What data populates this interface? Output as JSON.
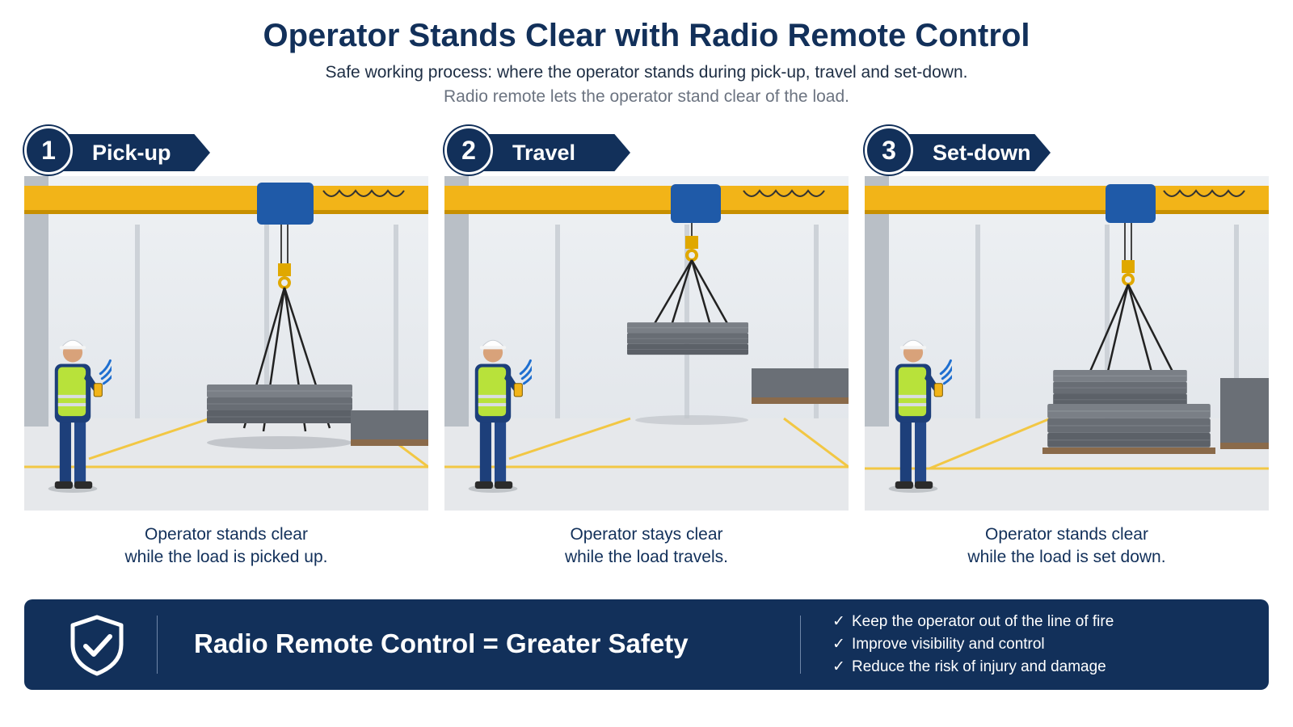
{
  "header": {
    "title": "Operator Stands Clear with Radio Remote Control",
    "subtitle": "Safe working process: where the operator stands during pick-up, travel and set-down.",
    "subtitle2": "Radio remote lets the operator stand clear of the load."
  },
  "steps": [
    {
      "number": "1",
      "label": "Pick-up",
      "caption_line1": "Operator stands clear",
      "caption_line2": "while the load is picked up."
    },
    {
      "number": "2",
      "label": "Travel",
      "caption_line1": "Operator stays clear",
      "caption_line2": "while the load travels."
    },
    {
      "number": "3",
      "label": "Set-down",
      "caption_line1": "Operator stands clear",
      "caption_line2": "while the load is set down."
    }
  ],
  "footer": {
    "title": "Radio Remote Control = Greater Safety",
    "check_glyph": "✓",
    "benefits": [
      "Keep the operator out of the line of fire",
      "Improve visibility and control",
      "Reduce the risk of injury and damage"
    ]
  },
  "icons": {
    "step_scene": [
      "overhead-crane-icon",
      "hoist-icon",
      "hook-icon",
      "steel-load-icon",
      "operator-icon",
      "radio-remote-icon"
    ],
    "footer": [
      "shield-check-icon",
      "check-icon"
    ]
  },
  "colors": {
    "navy": "#12305a",
    "crane_yellow": "#f2b418",
    "hoist_blue": "#1f5aa8",
    "vest_green": "#b8e23a",
    "steel_gray": "#6f747b",
    "floor_line": "#f2c744"
  }
}
